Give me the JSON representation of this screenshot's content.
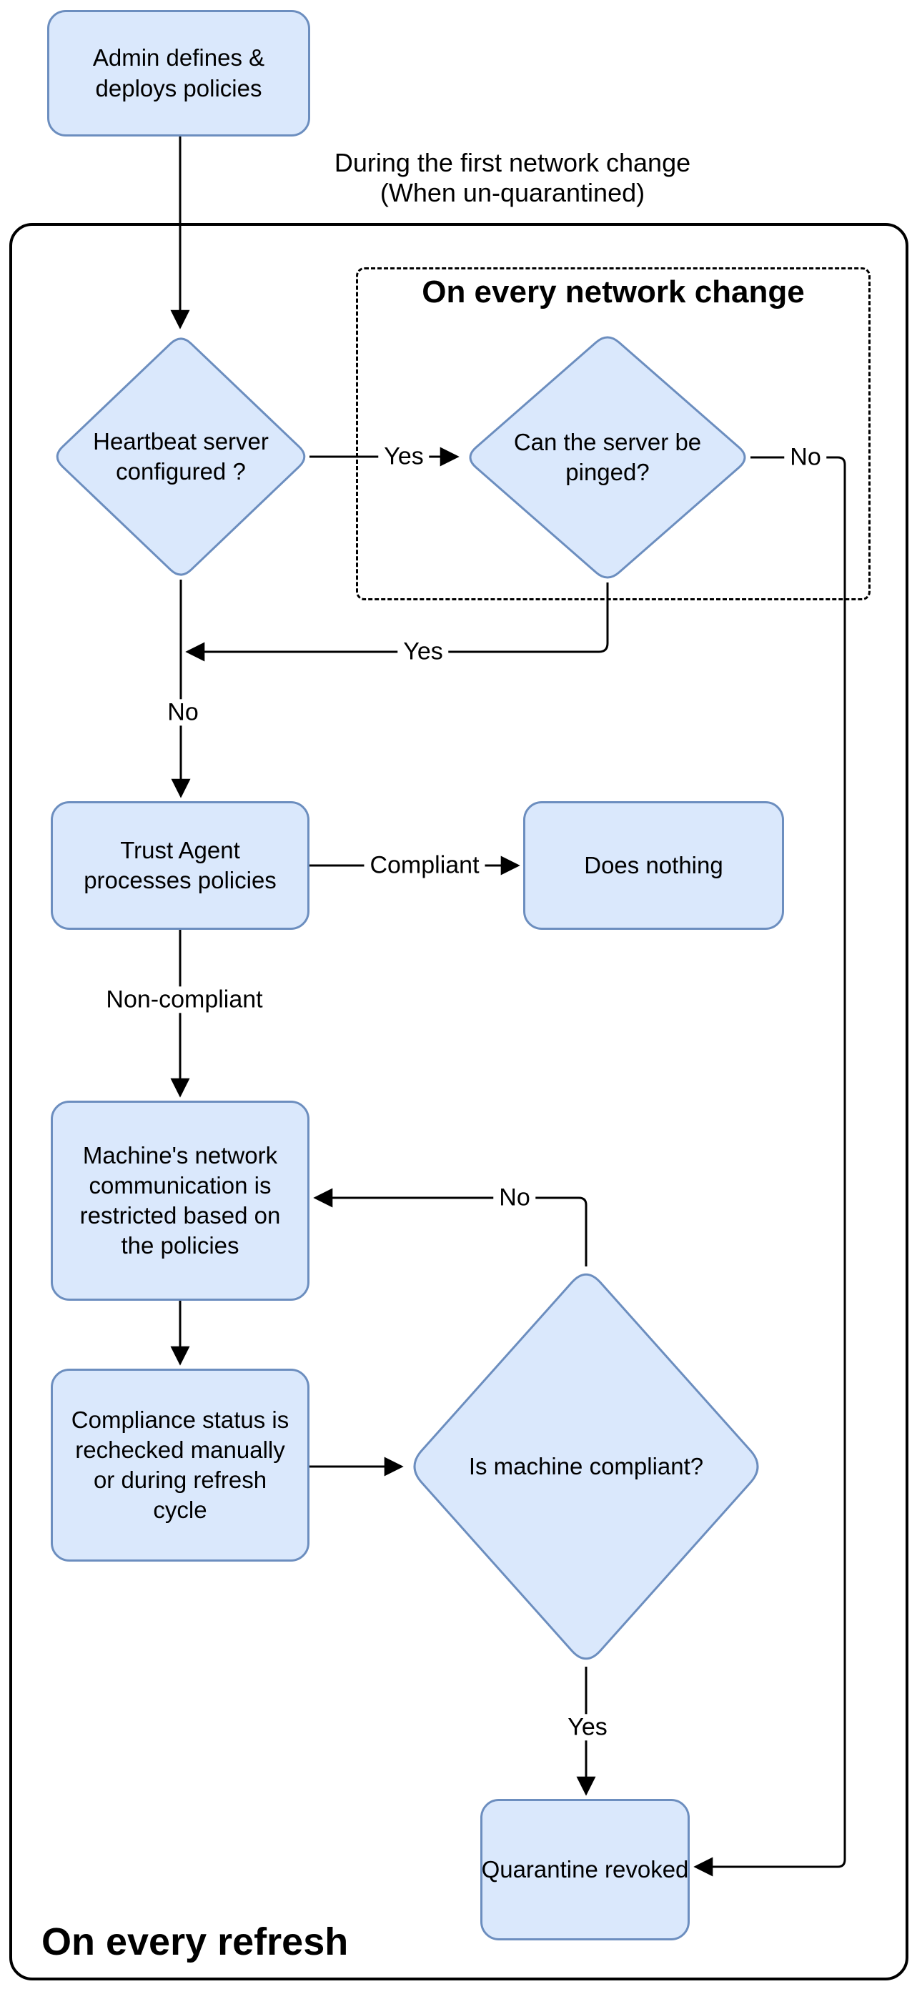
{
  "diagram": {
    "nodes": {
      "admin": "Admin defines &\ndeploys policies",
      "heartbeat": "Heartbeat server\nconfigured ?",
      "ping": "Can the server be\npinged?",
      "trust_agent": "Trust Agent\nprocesses policies",
      "does_nothing": "Does nothing",
      "machine_restricted": "Machine's network\ncommunication is\nrestricted based on\nthe policies",
      "compliance_recheck": "Compliance status is\nrechecked manually\nor during refresh\ncycle",
      "is_compliant": "Is machine compliant?",
      "quarantine_revoked": "Quarantine revoked"
    },
    "groups": {
      "network_change_title": "On every network change",
      "refresh_title": "On every refresh"
    },
    "annotations": {
      "first_change_note": "During the first network change\n(When un-quarantined)"
    },
    "edge_labels": {
      "heartbeat_yes": "Yes",
      "ping_no": "No",
      "ping_yes": "Yes",
      "heartbeat_no": "No",
      "compliant": "Compliant",
      "non_compliant": "Non-compliant",
      "is_compliant_no": "No",
      "is_compliant_yes": "Yes"
    },
    "colors": {
      "node_fill": "#dae8fc",
      "node_stroke": "#6c8ebf",
      "line": "#000000",
      "background": "#ffffff"
    }
  }
}
